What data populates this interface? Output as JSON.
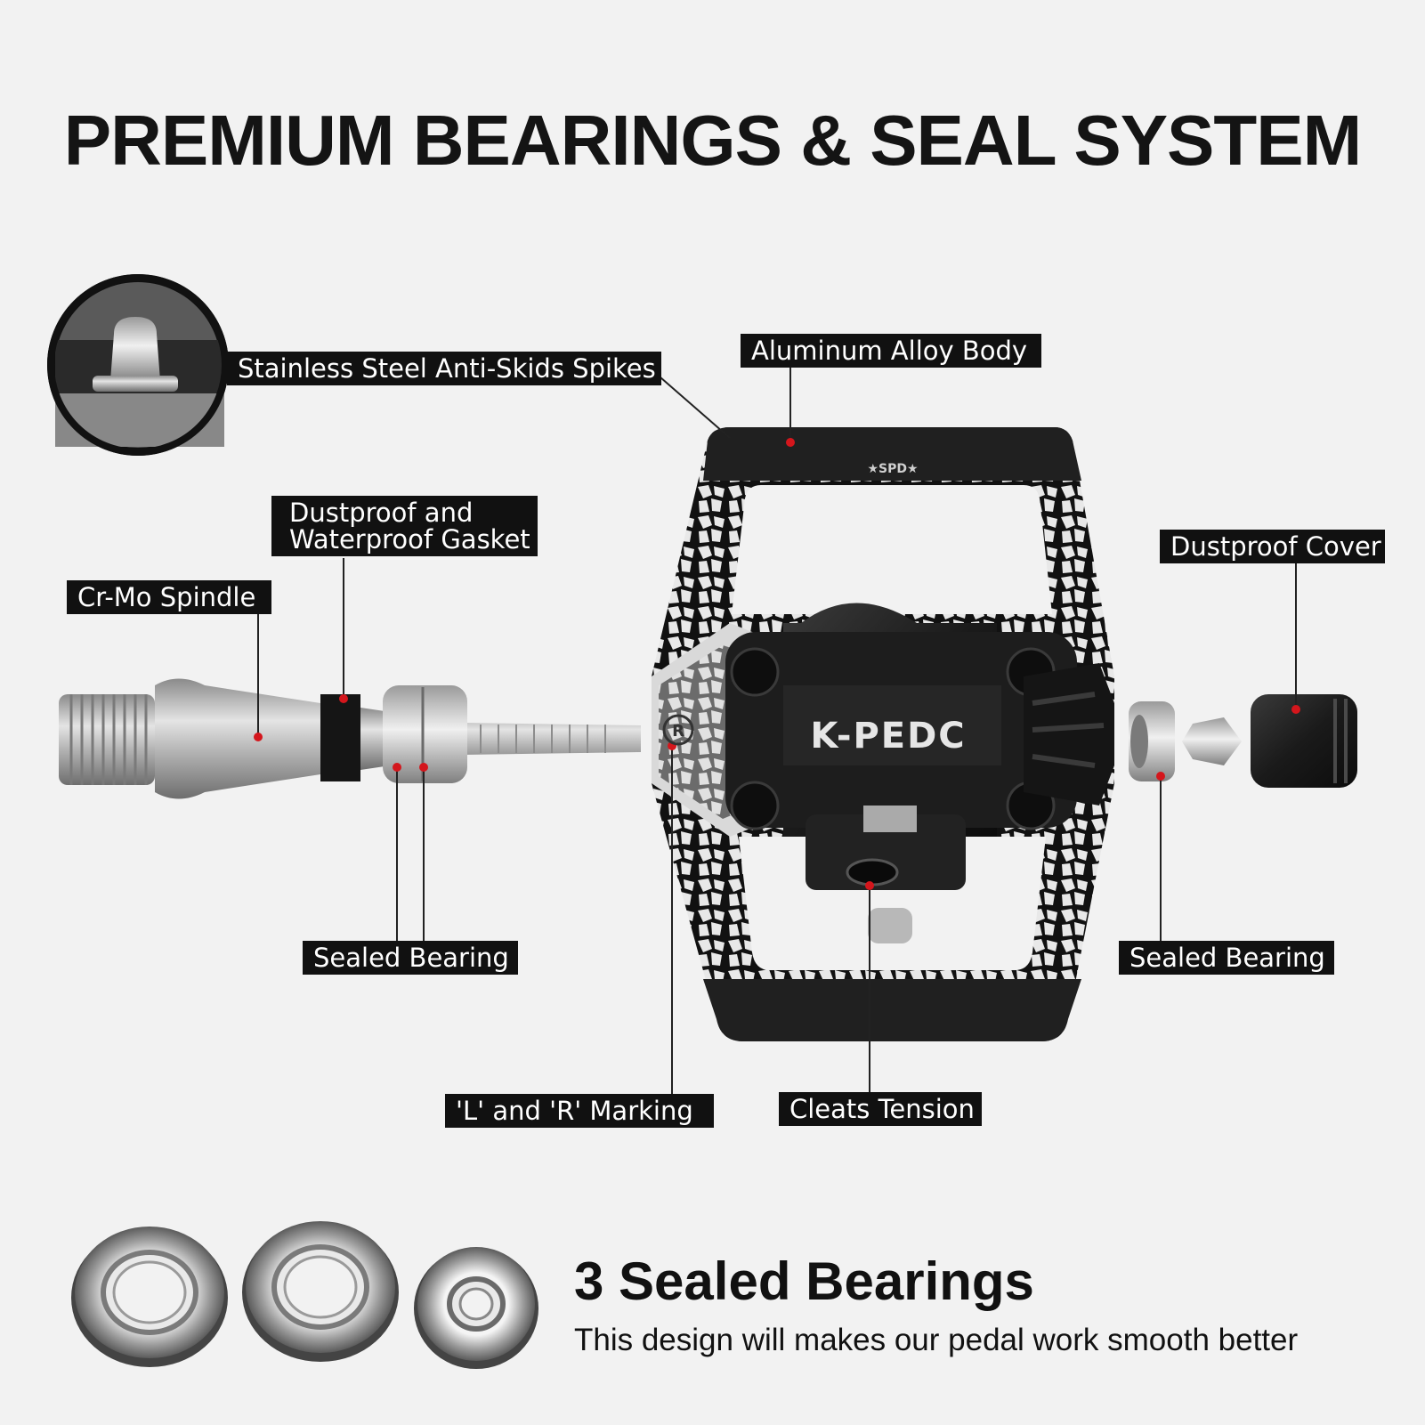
{
  "header": {
    "title": "PREMIUM BEARINGS & SEAL SYSTEM"
  },
  "labels": {
    "spikes": "Stainless Steel Anti-Skids Spikes",
    "body": "Aluminum Alloy Body",
    "gasket_line1": "Dustproof and",
    "gasket_line2": "Waterproof Gasket",
    "spindle": "Cr-Mo Spindle",
    "cover": "Dustproof Cover",
    "sealed_bearing_left": "Sealed Bearing",
    "sealed_bearing_right": "Sealed Bearing",
    "marking": "'L' and 'R' Marking",
    "tension": "Cleats Tension"
  },
  "product": {
    "brand": "K-PEDC",
    "badge": "★SPD★",
    "side_mark": "R"
  },
  "footer": {
    "title": "3 Sealed Bearings",
    "subtitle": "This design will makes our pedal work smooth better"
  },
  "colors": {
    "background": "#f2f2f2",
    "label_bg": "#111111",
    "callout_dot": "#d4161c"
  }
}
